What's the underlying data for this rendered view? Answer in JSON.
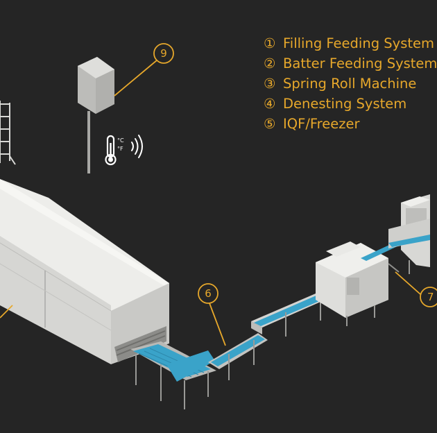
{
  "legend": {
    "items": [
      {
        "num": "①",
        "label": "Filling Feeding System"
      },
      {
        "num": "②",
        "label": "Batter Feeding System"
      },
      {
        "num": "③",
        "label": "Spring Roll Machine"
      },
      {
        "num": "④",
        "label": "Denesting System"
      },
      {
        "num": "⑤",
        "label": "IQF/Freezer"
      }
    ]
  },
  "callouts": {
    "c6": "6",
    "c7": "7",
    "c9": "9"
  },
  "thermo": {
    "celsius": "°C",
    "fahrenheit": "°F"
  },
  "colors": {
    "background": "#252525",
    "accent": "#e7a82b",
    "belt": "#3aa3c9",
    "machine": "#e6e6e3"
  }
}
